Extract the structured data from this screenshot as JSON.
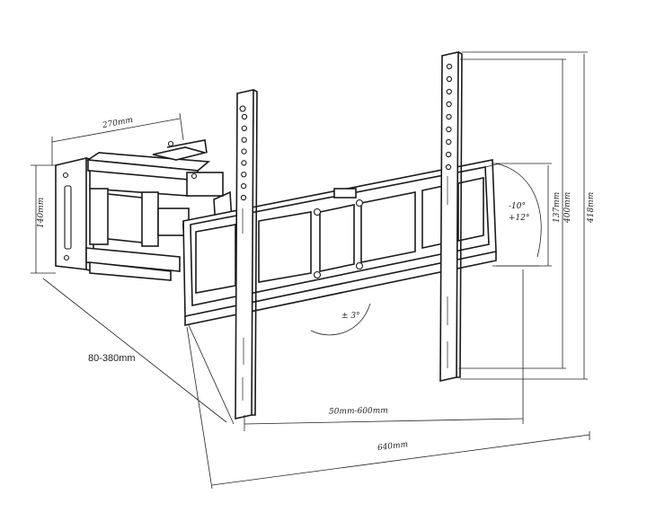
{
  "dimensions": {
    "arm_width": "270mm",
    "arm_height": "140mm",
    "extension": "80-380mm",
    "tilt": "-10°",
    "tilt2": "+12°",
    "swivel": "± 3°",
    "plate_height": "137mm",
    "vesa_vertical": "400mm",
    "overall_height": "418mm",
    "vesa_horizontal": "50mm-600mm",
    "overall_width": "640mm"
  }
}
